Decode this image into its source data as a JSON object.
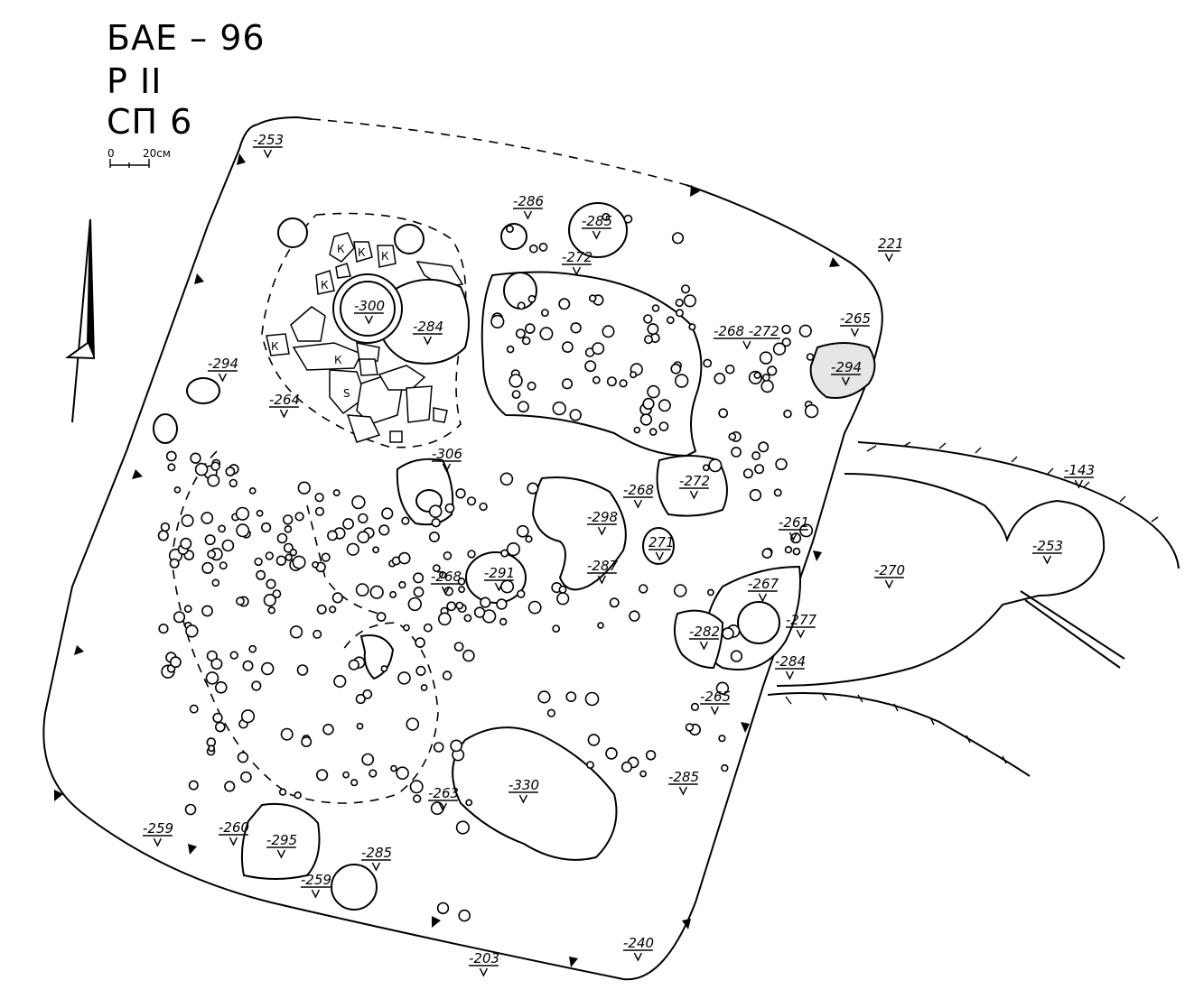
{
  "header": {
    "line1": "БАЕ – 96",
    "line2": "Р II",
    "line3": "СП 6"
  },
  "scale": {
    "zero": "0",
    "value": "20см"
  },
  "marks": [
    {
      "key": "m253a",
      "text": "-253"
    },
    {
      "key": "m221",
      "text": "221"
    },
    {
      "key": "m265a",
      "text": "-265"
    },
    {
      "key": "m294a",
      "text": "-294"
    },
    {
      "key": "m294b",
      "text": "-294"
    },
    {
      "key": "m286",
      "text": "-286"
    },
    {
      "key": "m285a",
      "text": "-285"
    },
    {
      "key": "m272a",
      "text": "-272"
    },
    {
      "key": "m268_272",
      "text": "-268 -272"
    },
    {
      "key": "m300",
      "text": "-300"
    },
    {
      "key": "m284a",
      "text": "-284"
    },
    {
      "key": "m264",
      "text": "-264"
    },
    {
      "key": "m306",
      "text": "-306"
    },
    {
      "key": "m268a",
      "text": "-268"
    },
    {
      "key": "m272b",
      "text": "-272"
    },
    {
      "key": "m261",
      "text": "-261"
    },
    {
      "key": "m298",
      "text": "-298"
    },
    {
      "key": "m271",
      "text": "271"
    },
    {
      "key": "m287",
      "text": "-287"
    },
    {
      "key": "m268b",
      "text": "-268"
    },
    {
      "key": "m291",
      "text": "-291"
    },
    {
      "key": "m267",
      "text": "-267"
    },
    {
      "key": "m277",
      "text": "-277"
    },
    {
      "key": "m282",
      "text": "-282"
    },
    {
      "key": "m284b",
      "text": "-284"
    },
    {
      "key": "m265b",
      "text": "-265"
    },
    {
      "key": "m143",
      "text": "-143"
    },
    {
      "key": "m253b",
      "text": "-253"
    },
    {
      "key": "m270",
      "text": "-270"
    },
    {
      "key": "m330",
      "text": "-330"
    },
    {
      "key": "m263",
      "text": "-263"
    },
    {
      "key": "m285b",
      "text": "-285"
    },
    {
      "key": "m259a",
      "text": "-259"
    },
    {
      "key": "m260",
      "text": "-260"
    },
    {
      "key": "m295",
      "text": "-295"
    },
    {
      "key": "m285c",
      "text": "-285"
    },
    {
      "key": "m259b",
      "text": "-259"
    },
    {
      "key": "m240",
      "text": "-240"
    },
    {
      "key": "m203",
      "text": "-203"
    }
  ],
  "stone_letter": "К",
  "stone_letter_s": "S"
}
